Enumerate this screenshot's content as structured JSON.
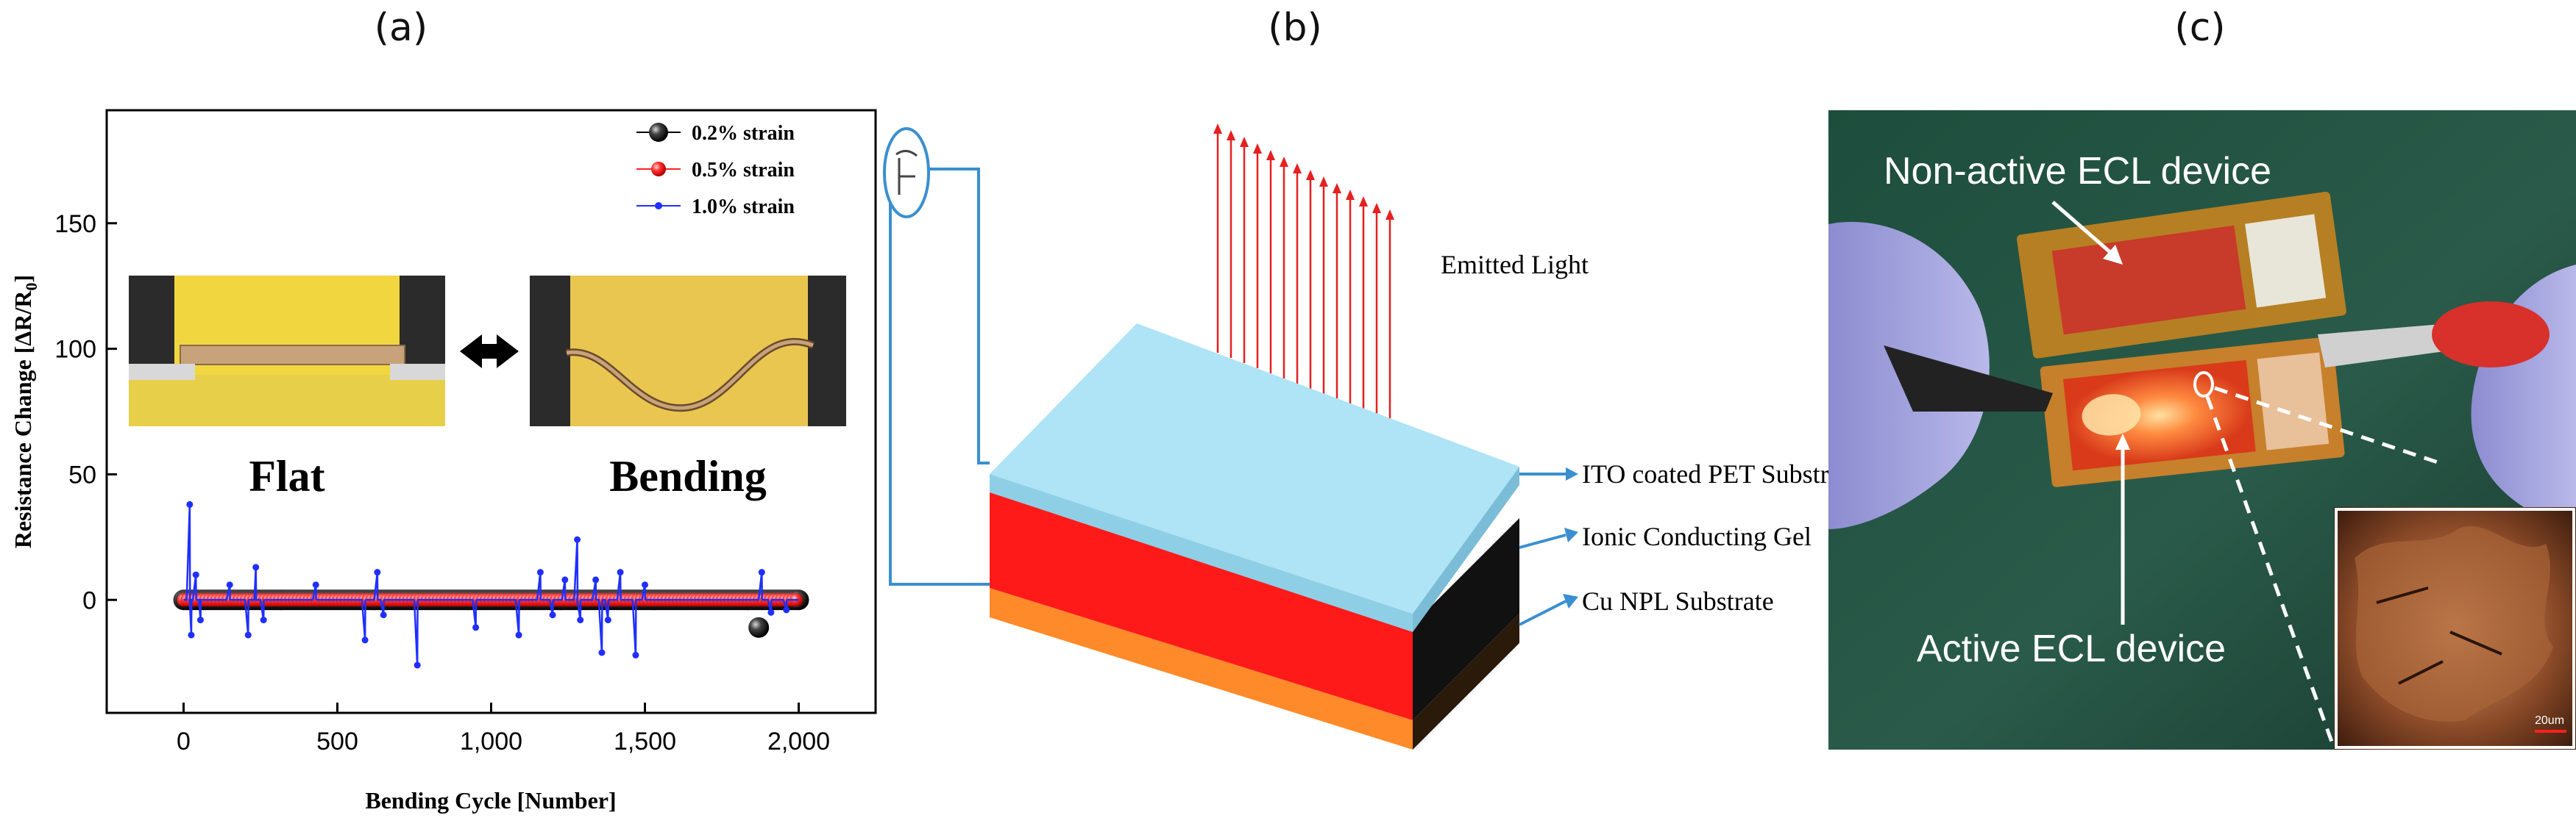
{
  "panels": {
    "a": {
      "label": "(a)"
    },
    "b": {
      "label": "(b)"
    },
    "c": {
      "label": "(c)"
    }
  },
  "chart_data": {
    "type": "scatter",
    "xlabel": "Bending Cycle [Number]",
    "ylabel": "Resistance Change [ΔR/R",
    "ylabel_sub": "0",
    "ylabel_end": "]",
    "xlim": [
      -250,
      2250
    ],
    "ylim": [
      -45,
      195
    ],
    "x_ticks": [
      0,
      500,
      1000,
      1500,
      2000
    ],
    "x_tick_labels": [
      "0",
      "500",
      "1,000",
      "1,500",
      "2,000"
    ],
    "y_ticks": [
      0,
      50,
      100,
      150
    ],
    "y_tick_labels": [
      "0",
      "50",
      "100",
      "150"
    ],
    "grid": false,
    "legend_position": "top-right",
    "series": [
      {
        "name": "0.2% strain",
        "color": "#000000",
        "marker": "sphere",
        "x_range": [
          0,
          2000
        ],
        "baseline": 0,
        "outliers": [
          {
            "x": 1870,
            "y": -11
          }
        ]
      },
      {
        "name": "0.5% strain",
        "color": "#ff2020",
        "marker": "sphere",
        "x_range": [
          0,
          2000
        ],
        "baseline": 0,
        "outliers": []
      },
      {
        "name": "1.0% strain",
        "color": "#1f2fff",
        "marker": "dot",
        "x_range": [
          0,
          2000
        ],
        "baseline": 0,
        "spikes": [
          {
            "x": 20,
            "y": 38
          },
          {
            "x": 25,
            "y": -14
          },
          {
            "x": 40,
            "y": 10
          },
          {
            "x": 55,
            "y": -8
          },
          {
            "x": 150,
            "y": 6
          },
          {
            "x": 210,
            "y": -14
          },
          {
            "x": 235,
            "y": 13
          },
          {
            "x": 260,
            "y": -8
          },
          {
            "x": 430,
            "y": 6
          },
          {
            "x": 590,
            "y": -16
          },
          {
            "x": 630,
            "y": 11
          },
          {
            "x": 650,
            "y": -6
          },
          {
            "x": 760,
            "y": -26
          },
          {
            "x": 950,
            "y": -11
          },
          {
            "x": 1090,
            "y": -14
          },
          {
            "x": 1160,
            "y": 11
          },
          {
            "x": 1200,
            "y": -6
          },
          {
            "x": 1240,
            "y": 8
          },
          {
            "x": 1280,
            "y": 24
          },
          {
            "x": 1290,
            "y": -8
          },
          {
            "x": 1340,
            "y": 8
          },
          {
            "x": 1360,
            "y": -21
          },
          {
            "x": 1380,
            "y": -8
          },
          {
            "x": 1420,
            "y": 11
          },
          {
            "x": 1470,
            "y": -22
          },
          {
            "x": 1500,
            "y": 6
          },
          {
            "x": 1880,
            "y": 11
          },
          {
            "x": 1910,
            "y": -5
          },
          {
            "x": 1960,
            "y": -4
          }
        ]
      }
    ]
  },
  "inset": {
    "flat_label": "Flat",
    "bending_label": "Bending"
  },
  "diagram": {
    "light_label": "Emitted Light",
    "layers": [
      {
        "name": "ITO coated PET Substrate",
        "color": "#aee4f6"
      },
      {
        "name": "Ionic Conducting Gel",
        "color": "#ff1a1a"
      },
      {
        "name": "Cu NPL Substrate",
        "color": "#ff8a2a"
      }
    ]
  },
  "photo": {
    "nonactive_label": "Non-active ECL device",
    "active_label": "Active ECL device",
    "scale_bar_label": "20um"
  }
}
